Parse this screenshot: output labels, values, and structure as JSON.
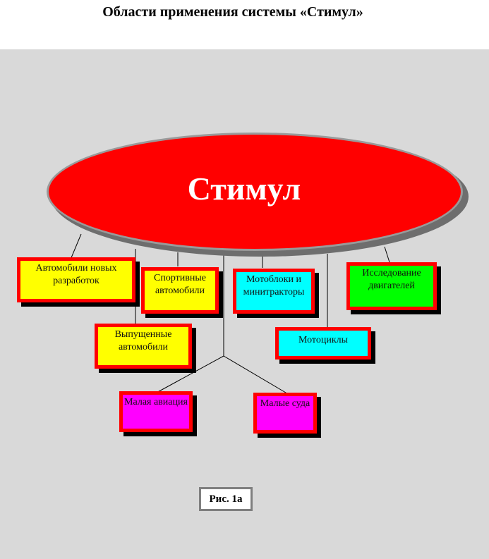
{
  "title": "Области применения системы «Стимул»",
  "central": "Стимул",
  "boxes": {
    "new_cars": "Автомобили новых разработок",
    "sport_cars": "Спортивные автомобили",
    "motoblocks": "Мотоблоки и минитракторы",
    "engines": "Исследование двигателей",
    "produced_cars": "Выпущенные автомобили",
    "motorcycles": "Мотоциклы",
    "aviation": "Малая авиация",
    "boats": "Малые суда"
  },
  "figure_label": "Рис. 1а",
  "colors": {
    "canvas": "#d9d9d9",
    "ellipse": "#ff0000",
    "box_border": "#ff0000",
    "yellow": "#ffff00",
    "cyan": "#00ffff",
    "green": "#00ff00",
    "magenta": "#ff00ff"
  }
}
